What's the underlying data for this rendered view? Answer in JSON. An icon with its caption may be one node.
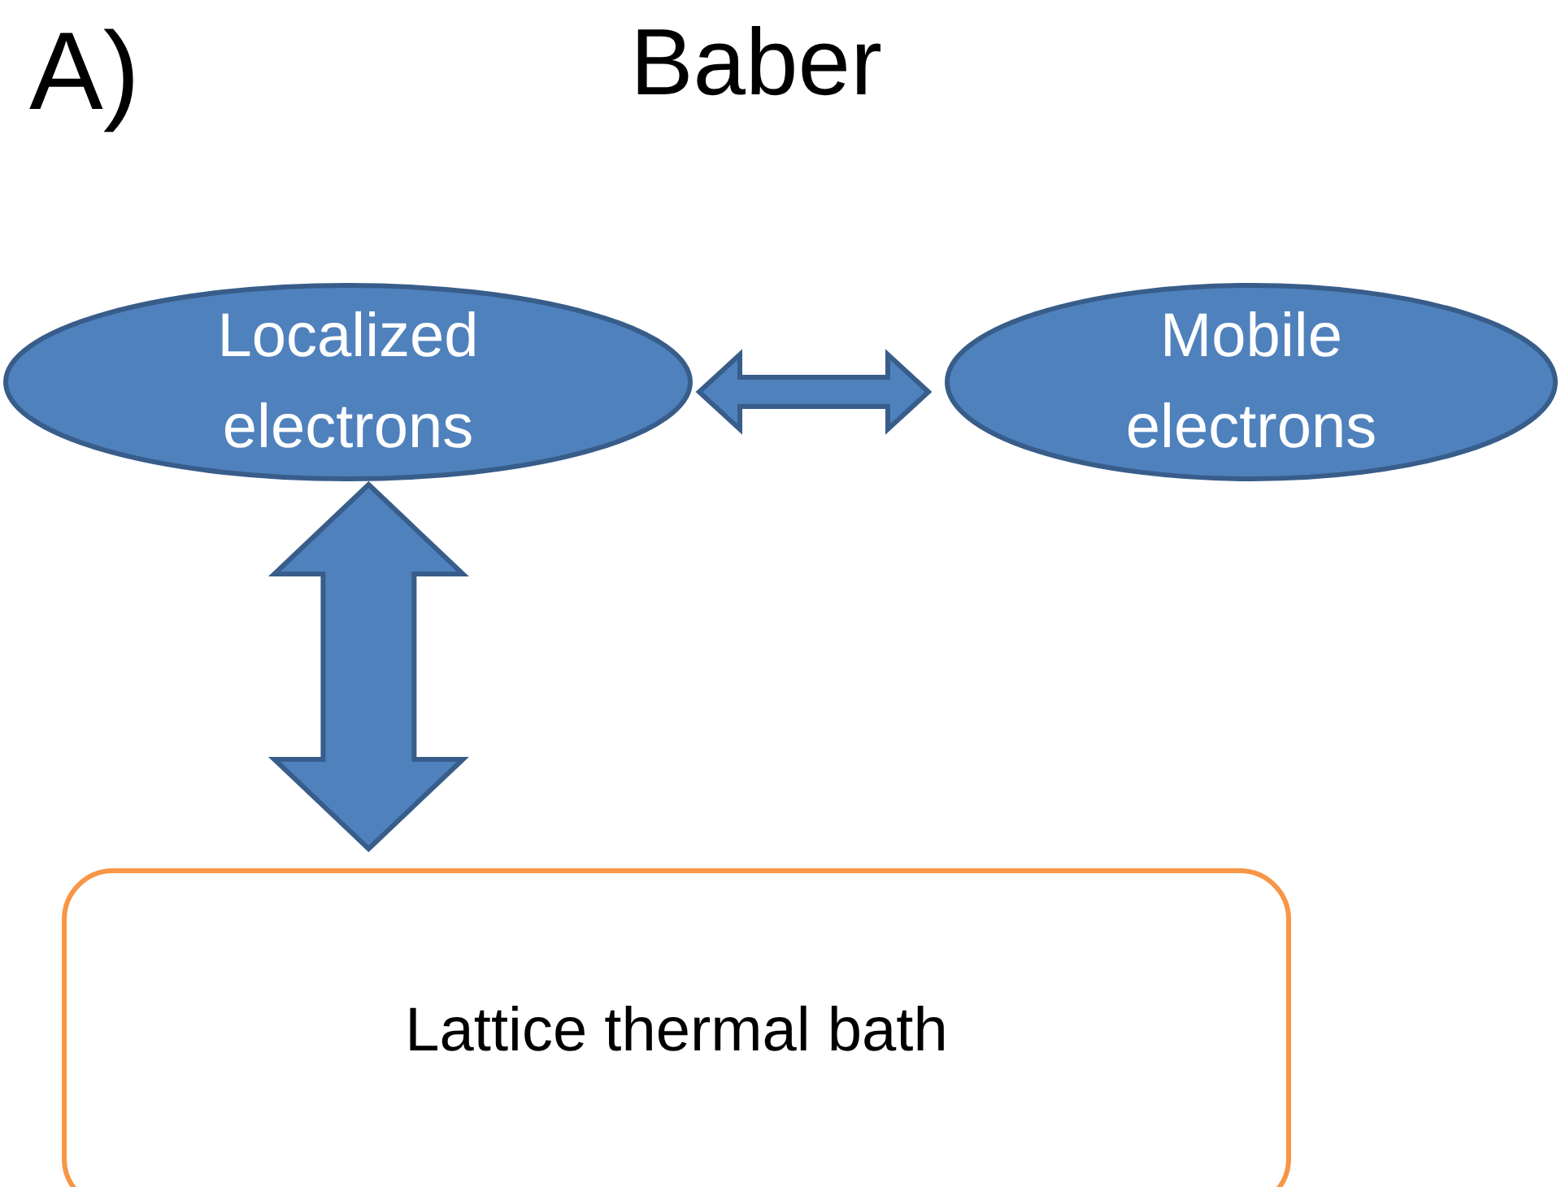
{
  "diagram": {
    "title": "Baber",
    "nodes": [
      {
        "text": [
          "Localized electrons"
        ]
      },
      {
        "text": [
          "Mobile electrons"
        ]
      },
      {
        "text": [
          "Lattice thermal bath"
        ]
      }
    ],
    "edges": [
      {
        "from": 0,
        "to": 1,
        "arrow": "both"
      },
      {
        "from": 0,
        "to": 2,
        "arrow": "both",
        "style": "thick"
      }
    ],
    "labels": [
      "A)"
    ]
  }
}
